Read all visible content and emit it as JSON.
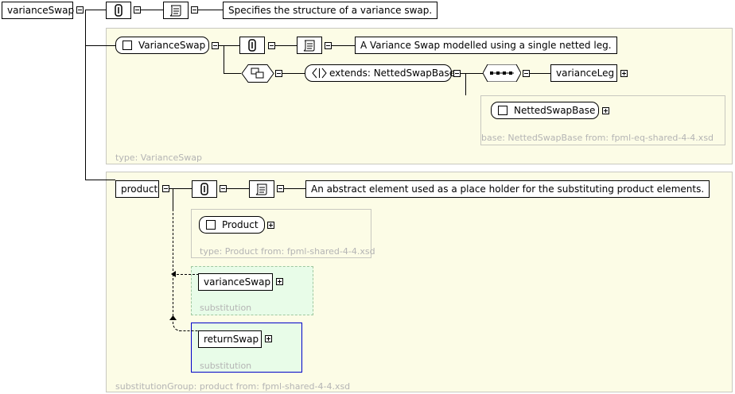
{
  "root": {
    "name": "varianceSwap",
    "doc": "Specifies the structure of a variance swap."
  },
  "varianceSwapType": {
    "name": "VarianceSwap",
    "doc": "A Variance Swap modelled using a single netted leg.",
    "extension": "extends: NettedSwapBase",
    "child": "varianceLeg",
    "base_name": "NettedSwapBase",
    "base_label": "base: NettedSwapBase from: fpml-eq-shared-4-4.xsd",
    "type_label": "type: VarianceSwap"
  },
  "product": {
    "name": "product",
    "doc": "An abstract element used as a place holder for the substituting product elements.",
    "type_name": "Product",
    "type_label": "type: Product from: fpml-shared-4-4.xsd",
    "substitutions": [
      {
        "name": "varianceSwap",
        "label": "substitution"
      },
      {
        "name": "returnSwap",
        "label": "substitution"
      }
    ],
    "group_label": "substitutionGroup: product from: fpml-shared-4-4.xsd"
  },
  "colors": {
    "panel": "#fcfce6",
    "panel_border": "#c8c8c0",
    "substitution": "#e8fce8",
    "selected_border": "#0000c8",
    "label_gray": "#b4b4b4"
  },
  "icons": [
    "documentation-icon",
    "annotation-icon",
    "collapse-icon",
    "expand-icon",
    "sequence-icon",
    "choice-icon",
    "extension-icon",
    "complex-type-icon"
  ]
}
